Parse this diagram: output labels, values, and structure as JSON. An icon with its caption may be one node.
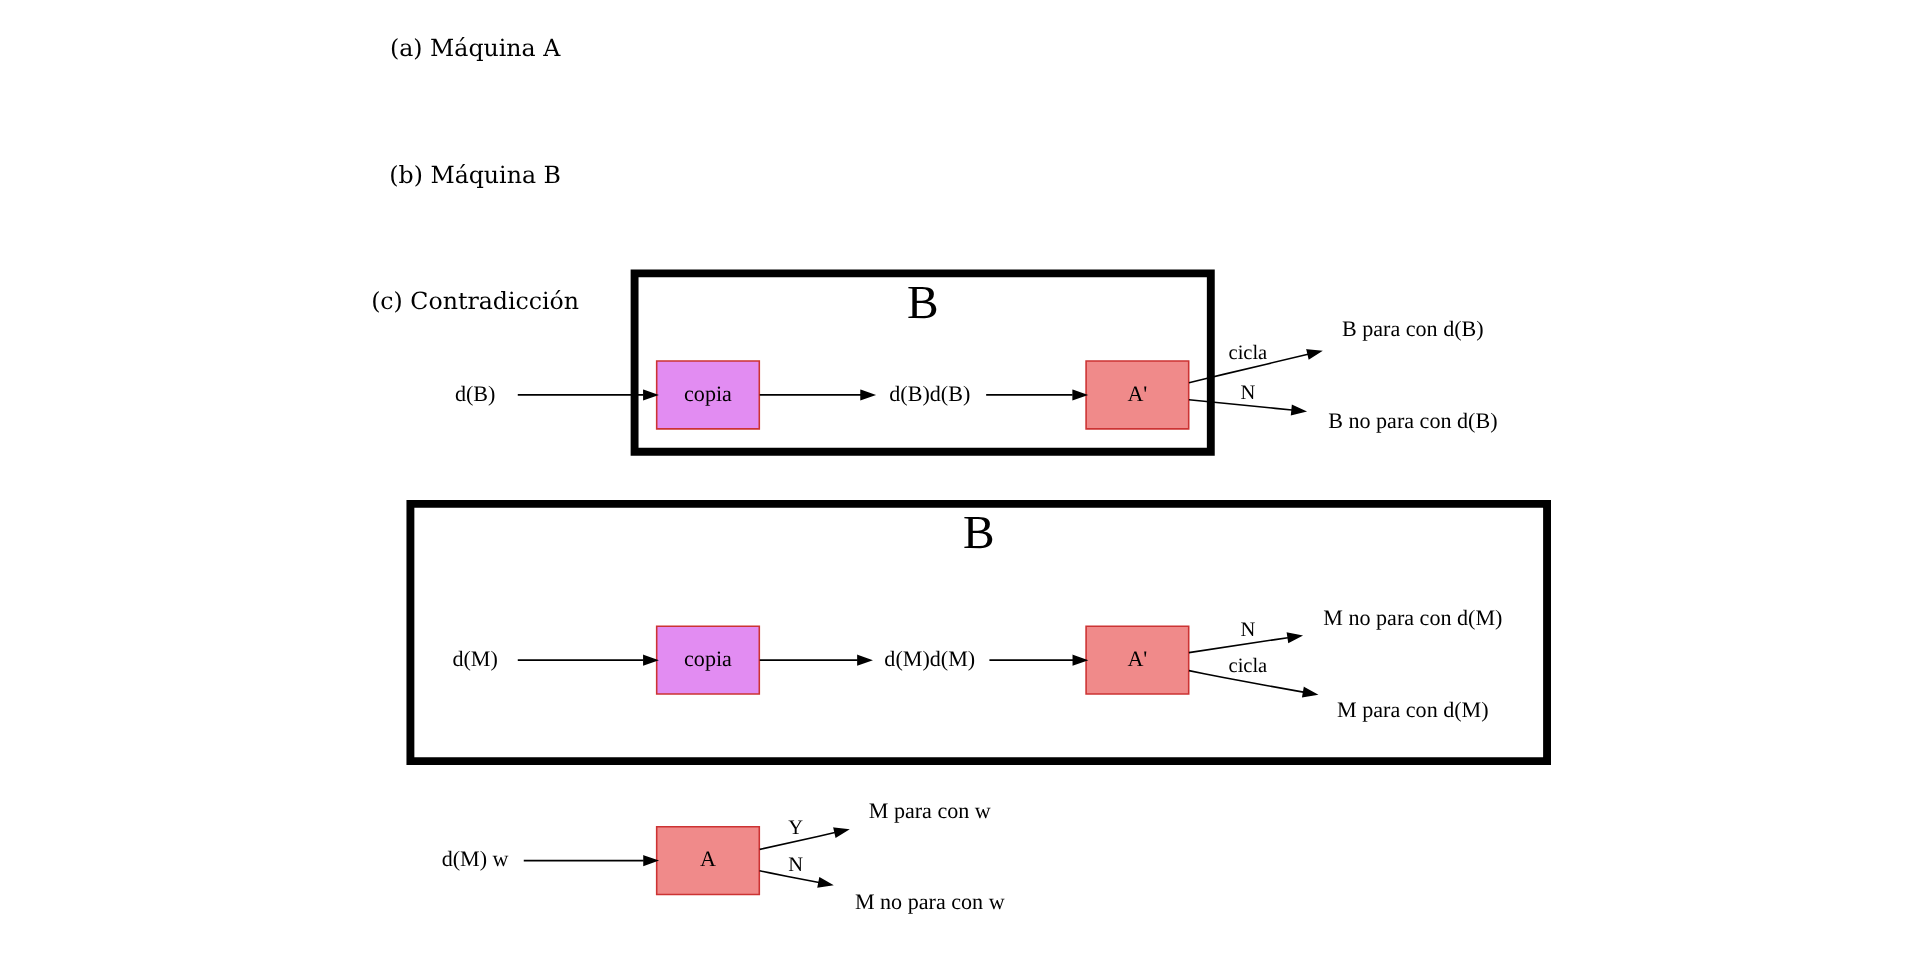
{
  "diagram": {
    "nodes": [
      {
        "text": [
          "d(M) w"
        ]
      },
      {
        "text": [
          "A"
        ]
      },
      {
        "text": [
          "M para con w"
        ]
      },
      {
        "text": [
          "M no para con w"
        ]
      },
      {
        "text": [
          "B"
        ]
      },
      {
        "text": [
          "copia"
        ],
        "in": 4
      },
      {
        "text": [
          "d(M)d(M)"
        ],
        "in": 4
      },
      {
        "text": [
          "A'"
        ],
        "in": 4
      },
      {
        "text": [
          "d(M)"
        ],
        "in": 4
      },
      {
        "text": [
          "M para con d(M)"
        ],
        "in": 4
      },
      {
        "text": [
          "M no para con d(M)"
        ],
        "in": 4
      },
      {
        "text": [
          "B"
        ]
      },
      {
        "text": [
          "copia"
        ],
        "in": 11
      },
      {
        "text": [
          "d(B)d(B)"
        ],
        "in": 11
      },
      {
        "text": [
          "A'"
        ],
        "in": 11
      },
      {
        "text": [
          "d(B)"
        ]
      },
      {
        "text": [
          "B para con d(B)"
        ]
      },
      {
        "text": [
          "B no para con d(B)"
        ]
      }
    ],
    "edges": [
      {
        "from": 0,
        "to": 1,
        "arrow": "to"
      },
      {
        "from": 1,
        "to": 2,
        "arrow": "to",
        "label": "Y"
      },
      {
        "from": 1,
        "to": 3,
        "arrow": "to",
        "label": "N"
      },
      {
        "from": 8,
        "to": 5,
        "arrow": "to"
      },
      {
        "from": 5,
        "to": 6,
        "arrow": "to"
      },
      {
        "from": 6,
        "to": 7,
        "arrow": "to"
      },
      {
        "from": 7,
        "to": 9,
        "arrow": "to",
        "label": "cicla"
      },
      {
        "from": 7,
        "to": 10,
        "arrow": "to",
        "label": "N"
      },
      {
        "from": 15,
        "to": 12,
        "arrow": "to"
      },
      {
        "from": 12,
        "to": 13,
        "arrow": "to"
      },
      {
        "from": 13,
        "to": 14,
        "arrow": "to"
      },
      {
        "from": 14,
        "to": 16,
        "arrow": "to",
        "label": "cicla"
      },
      {
        "from": 14,
        "to": 17,
        "arrow": "to",
        "label": "N"
      }
    ],
    "labels": [
      "(a) Máquina A",
      "(b) Máquina B",
      "(c) Contradicción"
    ]
  }
}
